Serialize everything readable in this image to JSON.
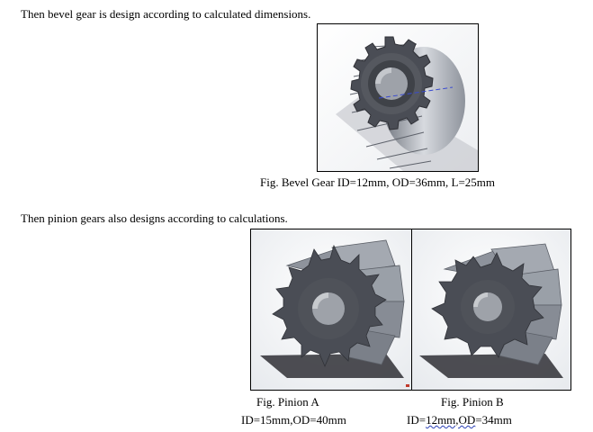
{
  "doc": {
    "intro_bevel": "Then bevel gear is design according to calculated dimensions.",
    "caption_bevel": "Fig. Bevel Gear ID=12mm, OD=36mm, L=25mm",
    "intro_pinion": "Then pinion gears also designs according to calculations.",
    "caption_pinion_a_title": "Fig. Pinion A",
    "caption_pinion_a_dims": "ID=15mm,OD=40mm",
    "caption_pinion_b_title": "Fig. Pinion B",
    "caption_pinion_b_dims_pre": "ID=",
    "caption_pinion_b_dims_flagged": "12mm,OD",
    "caption_pinion_b_dims_post": "=34mm"
  },
  "colors": {
    "gear_face": "#4a4d55",
    "gear_teeth": "#8e939c",
    "gear_light": "#cfd3d8",
    "bore": "#9ea2a9",
    "shadow": "#2f2f35",
    "spell_underline": "#2a3fb5"
  },
  "icons": {
    "bevel_gear": "bevel-gear-render",
    "pinion_a": "spur-gear-render",
    "pinion_b": "spur-gear-render"
  }
}
